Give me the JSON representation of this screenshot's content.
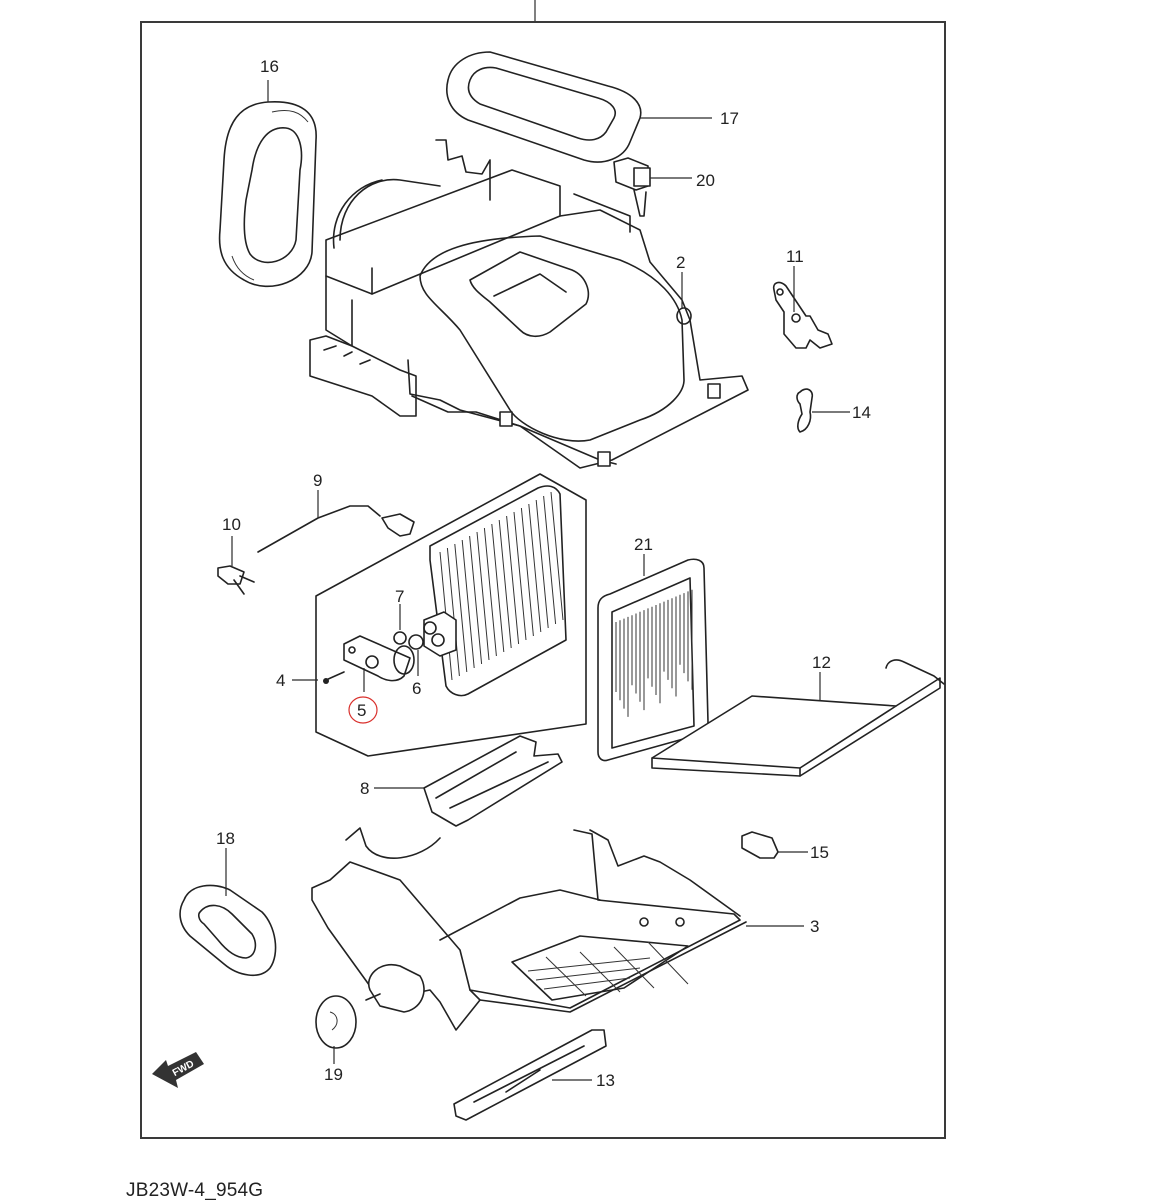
{
  "diagram": {
    "title": "Heater / A/C unit exploded parts diagram",
    "reference_code": "JB23W-4_954G",
    "direction_marker": "FWD",
    "highlight_color": "#d9302c",
    "highlighted_part": "5",
    "callouts": [
      {
        "id": "2",
        "label": "2"
      },
      {
        "id": "3",
        "label": "3"
      },
      {
        "id": "4",
        "label": "4"
      },
      {
        "id": "5",
        "label": "5"
      },
      {
        "id": "6",
        "label": "6"
      },
      {
        "id": "7",
        "label": "7"
      },
      {
        "id": "8",
        "label": "8"
      },
      {
        "id": "9",
        "label": "9"
      },
      {
        "id": "10",
        "label": "10"
      },
      {
        "id": "11",
        "label": "11"
      },
      {
        "id": "12",
        "label": "12"
      },
      {
        "id": "13",
        "label": "13"
      },
      {
        "id": "14",
        "label": "14"
      },
      {
        "id": "15",
        "label": "15"
      },
      {
        "id": "16",
        "label": "16"
      },
      {
        "id": "17",
        "label": "17"
      },
      {
        "id": "18",
        "label": "18"
      },
      {
        "id": "19",
        "label": "19"
      },
      {
        "id": "20",
        "label": "20"
      },
      {
        "id": "21",
        "label": "21"
      }
    ]
  }
}
